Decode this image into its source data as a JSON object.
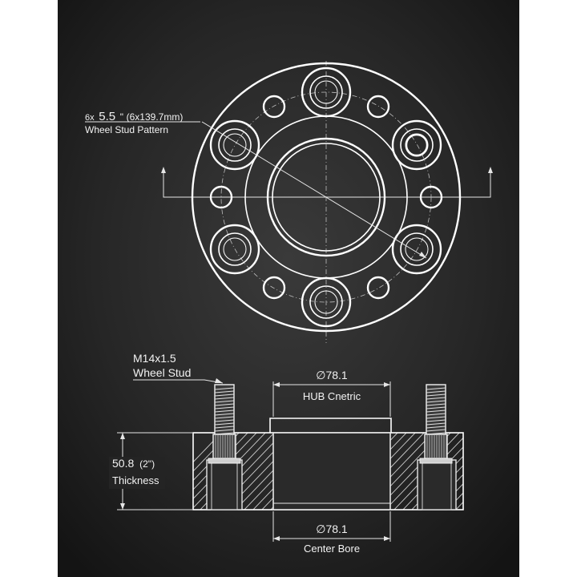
{
  "drawing": {
    "bolt_pattern": {
      "prefix": "6x",
      "inches": "5.5",
      "inch_mark": "\"",
      "metric": "(6x139.7mm)",
      "label": "Wheel Stud  Pattern"
    },
    "stud": {
      "thread": "M14x1.5",
      "label": "Wheel Stud"
    },
    "hub": {
      "diameter": "∅78.1",
      "label": "HUB Cnetric"
    },
    "bore": {
      "diameter": "∅78.1",
      "label": "Center Bore"
    },
    "thickness": {
      "mm": "50.8",
      "inches": "(2\")",
      "label": "Thickness"
    }
  },
  "colors": {
    "background_side": "#ffffff",
    "panel": "#1f1f1f",
    "line": "#e6e6e6"
  }
}
